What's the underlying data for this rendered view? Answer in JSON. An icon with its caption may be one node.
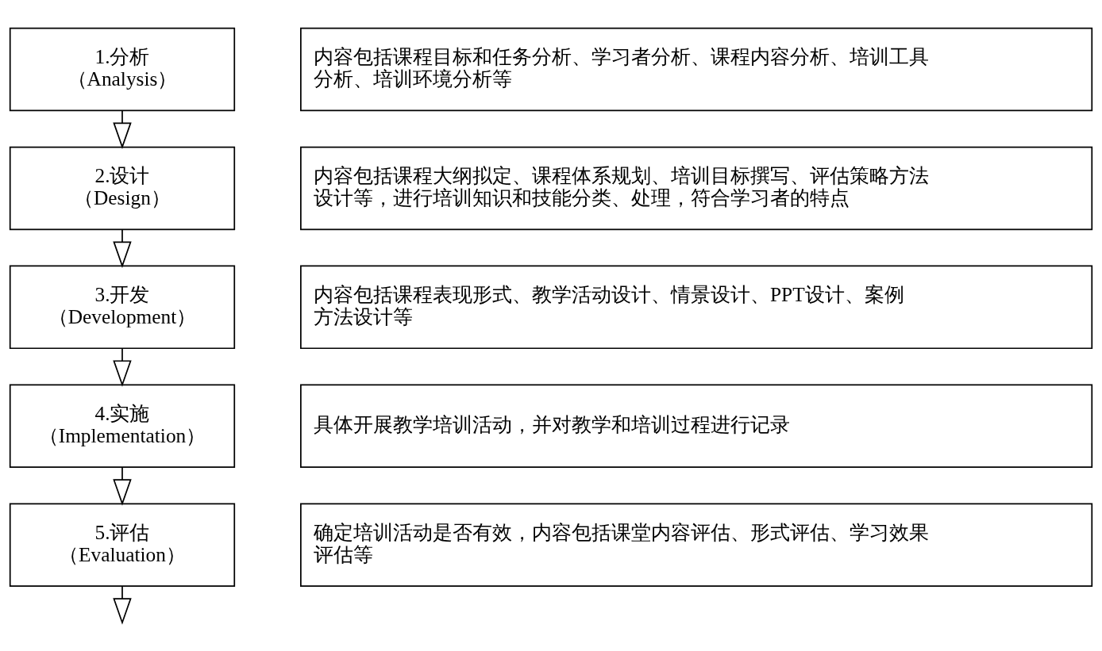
{
  "diagram": {
    "nodes": [
      {
        "text": [
          "1.分析",
          "（Analysis）"
        ]
      },
      {
        "text": [
          "内容包括课程目标和任务分析、学习者分析、课程内容分析、培训工具分析、培训环境分析等"
        ]
      },
      {
        "text": [
          "2.设计",
          "（Design）"
        ]
      },
      {
        "text": [
          "内容包括课程大纲拟定、课程体系规划、培训目标撰写、评估策略方法设计等，进行培训知识和技能分类、处理，符合学习者的特点"
        ]
      },
      {
        "text": [
          "3.开发",
          "（Development）"
        ]
      },
      {
        "text": [
          "内容包括课程表现形式、教学活动设计、情景设计、PPT设计、案例方法设计等"
        ]
      },
      {
        "text": [
          "4.实施",
          "（Implementation）"
        ]
      },
      {
        "text": [
          "具体开展教学培训活动，并对教学和培训过程进行记录"
        ]
      },
      {
        "text": [
          "5.评估",
          "（Evaluation）"
        ]
      },
      {
        "text": [
          "确定培训活动是否有效，内容包括课堂内容评估、形式评估、学习效果评估等"
        ]
      }
    ],
    "edges": [
      {
        "from": 0,
        "to": 2,
        "arrow": "to"
      },
      {
        "from": 2,
        "to": 4,
        "arrow": "to"
      },
      {
        "from": 4,
        "to": 6,
        "arrow": "to"
      },
      {
        "from": 6,
        "to": 8,
        "arrow": "to"
      },
      {
        "from": 8,
        "to": null,
        "arrow": "to"
      }
    ]
  }
}
